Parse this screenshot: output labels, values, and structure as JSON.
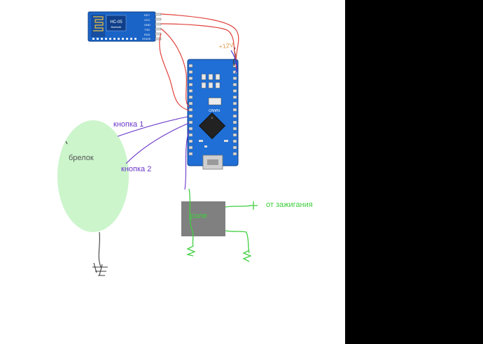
{
  "module": {
    "name": "HC-05",
    "subtitle": "Bluetooth",
    "pins": [
      "KEY",
      "VCC",
      "GND",
      "TXD",
      "RXD",
      "STATE"
    ]
  },
  "board": {
    "label": "NANO"
  },
  "power": {
    "label": "+12V"
  },
  "fob": {
    "label": "брелок"
  },
  "buttons": {
    "b1": "кнопка 1",
    "b2": "кнопка 2"
  },
  "relay": {
    "label": "рэле"
  },
  "ignition": {
    "label": "от зажигания"
  },
  "colors": {
    "bt_board": "#1a64c8",
    "nano_board": "#1f6fd6",
    "fob": "#ccf5cc",
    "relay": "#808080",
    "wire_red": "#e0433c",
    "wire_purple": "#6a37c8",
    "wire_green": "#3fcf3f",
    "wire_dark": "#3b3b3b",
    "power_label": "#e0a050"
  }
}
